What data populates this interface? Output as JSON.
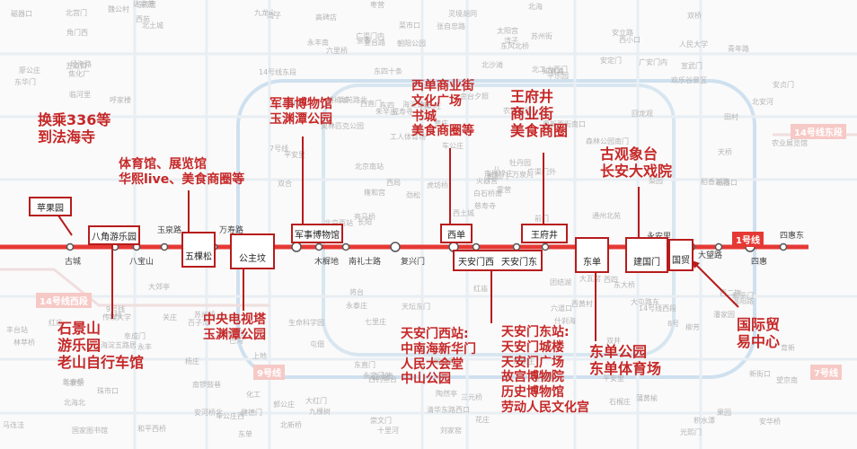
{
  "line": {
    "name": "1号线",
    "color": "#e53935"
  },
  "stations_plain": [
    "古城",
    "八宝山",
    "玉泉路",
    "万寿路",
    "木樨地",
    "南礼士路",
    "复兴门",
    "永安里",
    "大望路",
    "四惠",
    "四惠东"
  ],
  "stations_boxed": [
    "苹果园",
    "八角游乐园",
    "五棵松",
    "公主坟",
    "军事博物馆",
    "西单",
    "天安门西",
    "天安门东",
    "王府井",
    "东单",
    "建国门",
    "国贸"
  ],
  "annotations": {
    "pingguoyuan": [
      "换乘336等",
      "到法海寺"
    ],
    "bajiao": [
      "石景山",
      "游乐园",
      "老山自行车馆"
    ],
    "wukesong": [
      "体育馆、展览馆",
      "华熙live、美食商圈等"
    ],
    "gongzhufen": [
      "中央电视塔",
      "玉渊潭公园"
    ],
    "junbo": [
      "军事博物馆",
      "玉渊潭公园"
    ],
    "xidan": [
      "西单商业街",
      "文化广场",
      "书城",
      "美食商圈等"
    ],
    "tiananmenxi": [
      "天安门西站:",
      "中南海新华门",
      "人民大会堂",
      "中山公园"
    ],
    "tiananmendong": [
      "天安门东站:",
      "天安门城楼",
      "天安门广场",
      "故宫博物院",
      "历史博物馆",
      "劳动人民文化宫"
    ],
    "wangfujing": [
      "王府井",
      "商业街",
      "美食商圈"
    ],
    "dongdan": [
      "东单公园",
      "东单体育场"
    ],
    "jianguomen": [
      "古观象台",
      "长安大戏院"
    ],
    "guomao": [
      "国际贸",
      "易中心"
    ]
  },
  "background_labels": [
    "长阳",
    "长春桥",
    "火器营",
    "巴沟",
    "苏州街",
    "海淀黄庄",
    "知春路",
    "西土城",
    "北土城",
    "安华桥",
    "安贞门",
    "惠新西街南口",
    "和平西桥",
    "西直门",
    "车公庄",
    "阜成门",
    "平安里",
    "北海北",
    "南锣鼓巷",
    "东四",
    "朝阳门",
    "东大桥",
    "呼家楼",
    "金台路",
    "团结湖",
    "农业展览馆",
    "亮马桥",
    "东直门",
    "雍和宫",
    "安定门",
    "鼓楼大街",
    "积水潭",
    "新街口",
    "西四",
    "灵境胡同",
    "什刹海",
    "车公庄西",
    "白石桥南",
    "国家图书馆",
    "西钓鱼台",
    "慈寿寺",
    "海淀五路居",
    "田村",
    "廖公庄",
    "西黄村",
    "金安桥",
    "杨庄",
    "西苑",
    "北宫门",
    "颐和园",
    "宣武门",
    "菜市口",
    "广安门内",
    "达官营",
    "湾子",
    "六里桥",
    "西局",
    "丰台站",
    "七里庄",
    "郭公庄",
    "大瓦窑",
    "马家堡",
    "角门西",
    "北京南站",
    "陶然亭",
    "虎坊桥",
    "珠市口",
    "前门",
    "和平门",
    "崇文门",
    "磁器口",
    "天坛东门",
    "蒲黄榆",
    "刘家窑",
    "宋家庄",
    "广渠门内",
    "广渠门外",
    "双井",
    "劲松",
    "潘家园",
    "十里河",
    "北工大西门",
    "平乐园",
    "九龙山",
    "大郊亭",
    "百子湾",
    "化工",
    "南楼梓庄",
    "欢乐谷景区",
    "双合",
    "焦化厂",
    "成寿寺",
    "北京西站",
    "湾子",
    "红庙",
    "青年路",
    "褡裢坡",
    "高碑店",
    "传媒大学",
    "双桥",
    "管庄",
    "八里桥",
    "通州北苑",
    "果园",
    "九棵树",
    "梨园",
    "临河里",
    "土桥",
    "花庄",
    "14号线东段",
    "14号线西段",
    "9号线",
    "7号线",
    "8号",
    "八",
    "经海路",
    "大红门",
    "石榴庄",
    "永定门外",
    "景泰",
    "天桥",
    "北新桥",
    "张自忠路",
    "东四十条",
    "工人体育场",
    "金台夕照",
    "红庙",
    "朝阳公园",
    "枣营",
    "东风北桥",
    "将台",
    "望京南",
    "芍药居",
    "光熙门",
    "柳芳",
    "三元桥",
    "太阳宫",
    "牡丹园",
    "健德门",
    "北沙滩",
    "六道口",
    "清华东路西口",
    "五道口",
    "上地",
    "西二旗",
    "生命科学园",
    "朱辛庄",
    "回龙观",
    "霍营",
    "立水桥",
    "北苑路北",
    "大屯路东",
    "关庄",
    "安立路",
    "奥林匹克公园",
    "森林公园南门",
    "林萃桥",
    "永泰庄",
    "西小口",
    "育新",
    "北安河",
    "温阳路",
    "稻香湖路",
    "屯佃",
    "永丰",
    "永丰南",
    "西北旺",
    "马连洼",
    "农大南路",
    "安河桥北",
    "苏州桥",
    "万泉河",
    "人民大学",
    "魏公村",
    "平安里",
    "北海",
    "东华门",
    "东单",
    "磁器口"
  ],
  "labels_extra": {
    "left_line": "14号线西段"
  }
}
